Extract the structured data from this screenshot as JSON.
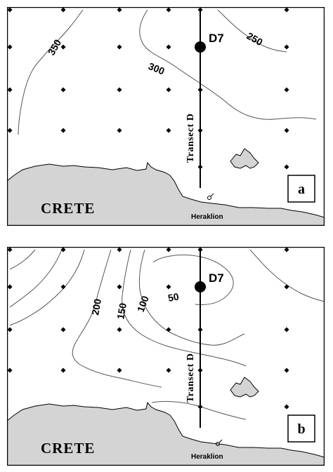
{
  "colors": {
    "land": "#d4d4d4",
    "frame": "#000000",
    "contour": "#555555"
  },
  "panels": [
    {
      "letter": "a",
      "island": "CRETE",
      "city": "Heraklion",
      "station": "D7",
      "transect": "Transect D",
      "contours": [
        "350",
        "300",
        "250"
      ]
    },
    {
      "letter": "b",
      "island": "CRETE",
      "city": "Heraklion",
      "station": "D7",
      "transect": "Transect D",
      "contours": [
        "200",
        "150",
        "100",
        "50"
      ]
    }
  ]
}
